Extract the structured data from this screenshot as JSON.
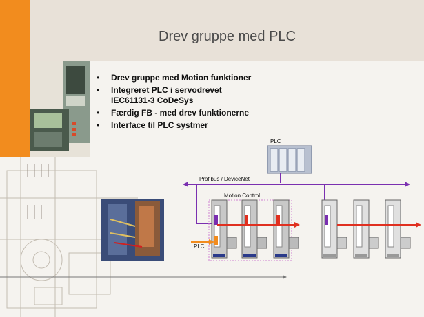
{
  "slide": {
    "title": "Drev gruppe med PLC",
    "bullets": [
      {
        "bullet": "•",
        "lines": [
          "Drev gruppe med Motion funktioner"
        ]
      },
      {
        "bullet": "•",
        "lines": [
          "Integreret PLC i servodrevet",
          "IEC61131-3 CoDeSys"
        ]
      },
      {
        "bullet": "•",
        "lines": [
          "Færdig FB -  med drev funktionerne"
        ]
      },
      {
        "bullet": "•",
        "lines": [
          "Interface til PLC systmer"
        ]
      }
    ]
  },
  "diagram": {
    "plc_label": "PLC",
    "bus_label": "Profibus / DeviceNet",
    "motion_label": "Motion Control",
    "plc_input_label": "PLC"
  },
  "colors": {
    "accent_orange": "#f28c1e",
    "bus_purple": "#7a2fb0",
    "signal_red": "#e03020",
    "drive_gray": "#c8c8c8",
    "drive_blue": "#2a3a8a"
  }
}
